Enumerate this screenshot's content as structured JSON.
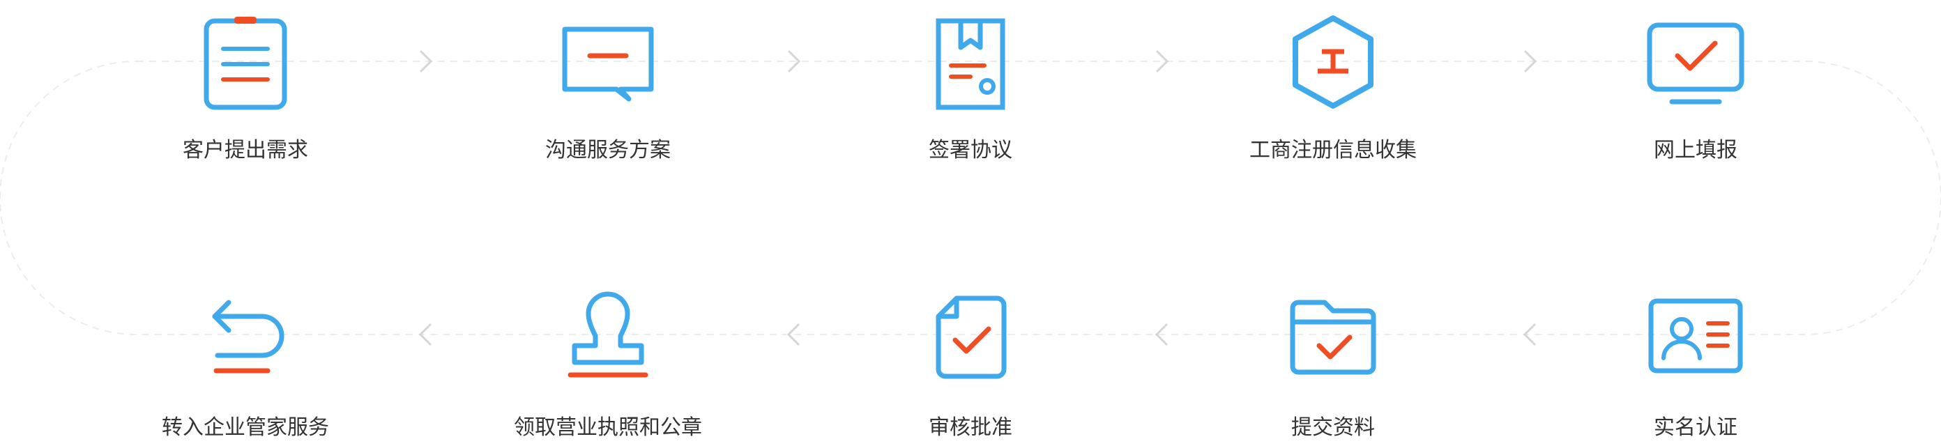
{
  "colors": {
    "blue": "#3fa9ec",
    "orange": "#f04d23",
    "track": "#e6e6e6",
    "text": "#333333"
  },
  "steps_top": [
    {
      "label": "客户提出需求",
      "icon": "clipboard-list-icon"
    },
    {
      "label": "沟通服务方案",
      "icon": "chat-bubble-icon"
    },
    {
      "label": "签署协议",
      "icon": "contract-document-icon"
    },
    {
      "label": "工商注册信息收集",
      "icon": "hexagon-badge-icon"
    },
    {
      "label": "网上填报",
      "icon": "monitor-check-icon"
    }
  ],
  "steps_bottom": [
    {
      "label": "转入企业管家服务",
      "icon": "return-arrow-icon"
    },
    {
      "label": "领取营业执照和公章",
      "icon": "stamp-icon"
    },
    {
      "label": "审核批准",
      "icon": "document-check-icon"
    },
    {
      "label": "提交资料",
      "icon": "folder-check-icon"
    },
    {
      "label": "实名认证",
      "icon": "id-card-icon"
    }
  ]
}
